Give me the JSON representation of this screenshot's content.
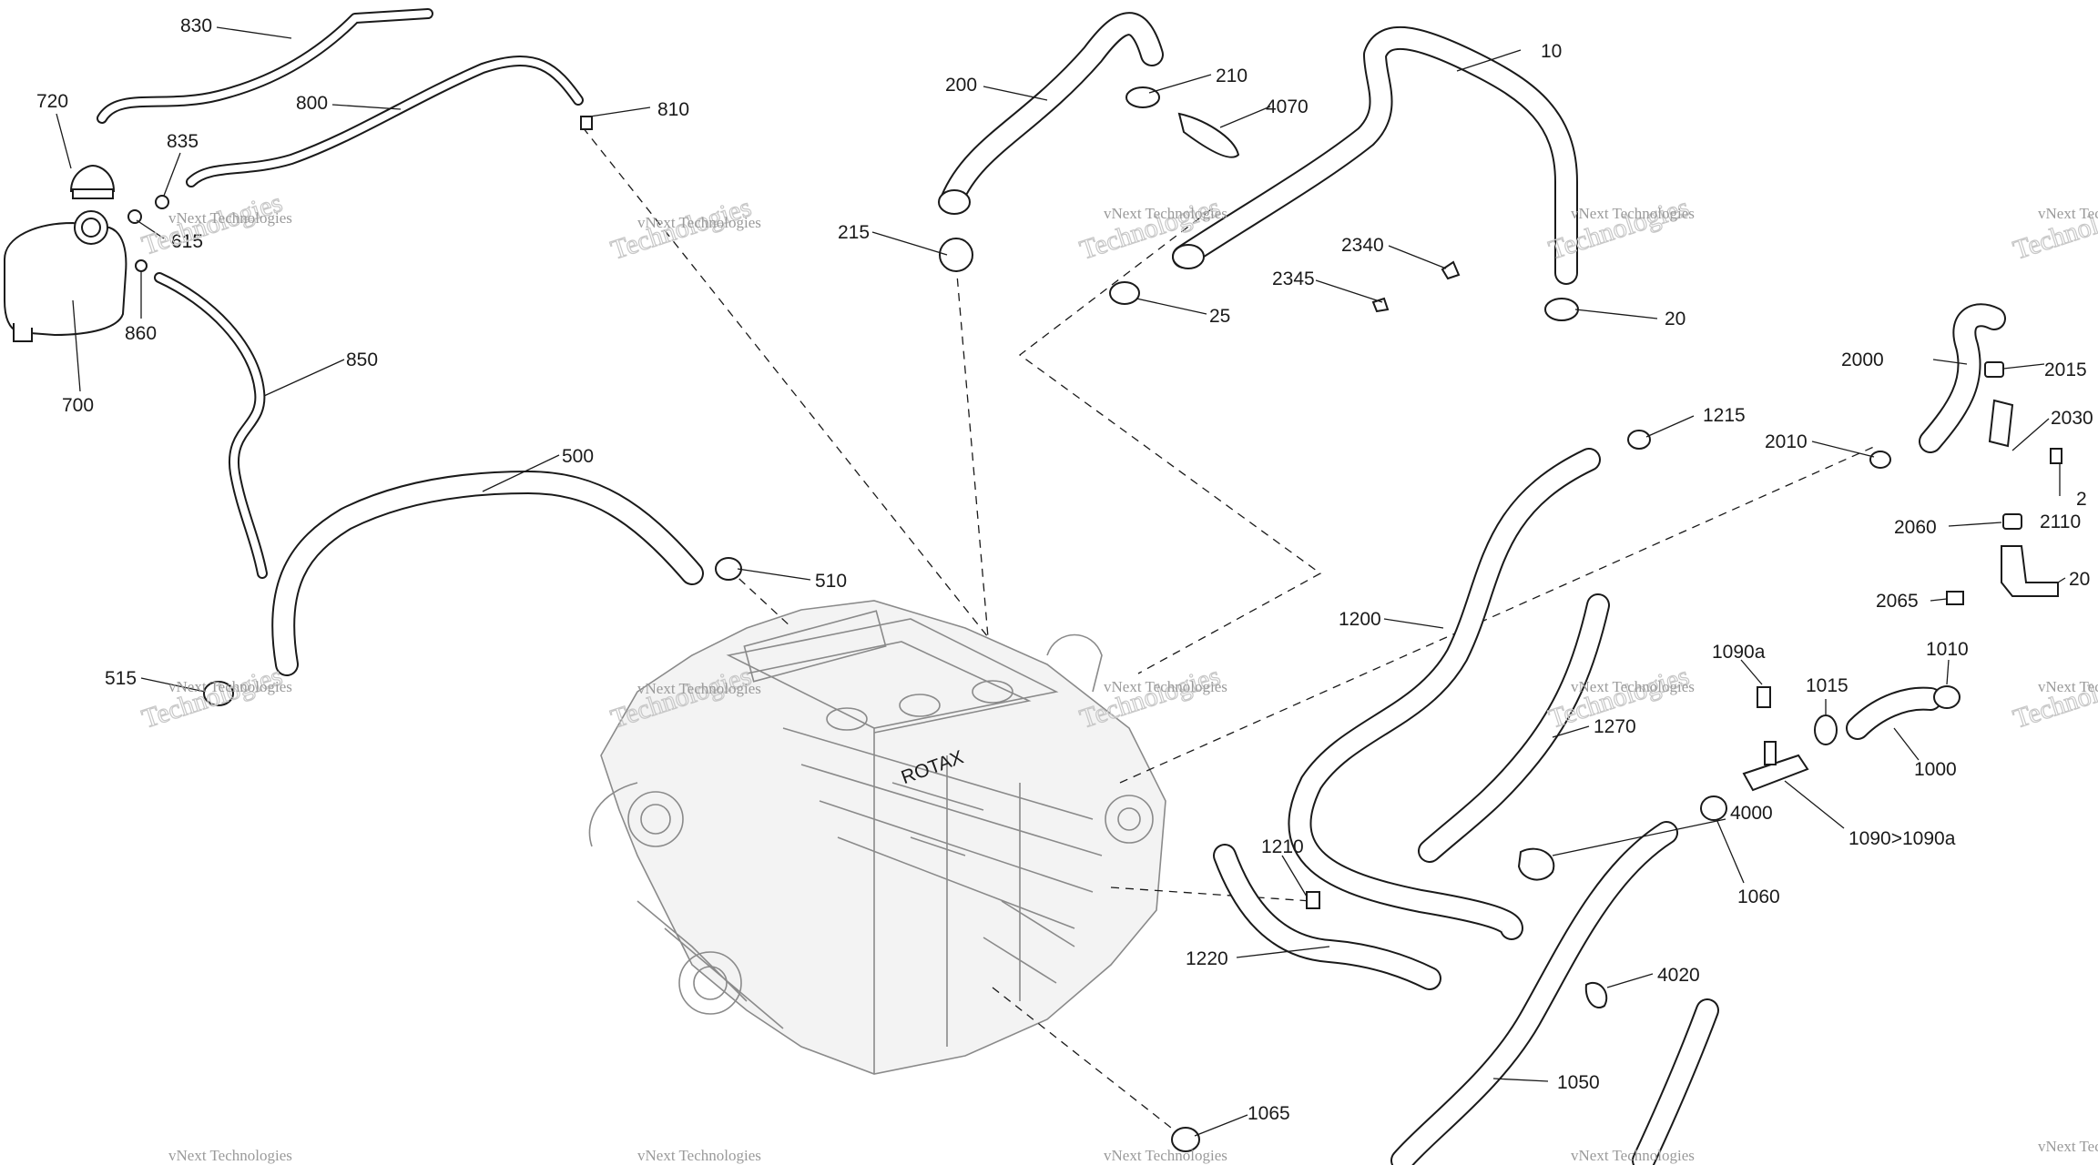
{
  "diagram": {
    "engine_text": "ROTAX",
    "watermark_small": "vNext Technologies",
    "watermark_large": "Technologies",
    "labels": {
      "p830": "830",
      "p720": "720",
      "p800": "800",
      "p835": "835",
      "p810": "810",
      "p615": "615",
      "p860": "860",
      "p700": "700",
      "p850": "850",
      "p500": "500",
      "p510": "510",
      "p515": "515",
      "p200": "200",
      "p210": "210",
      "p4070": "4070",
      "p215": "215",
      "p10": "10",
      "p25": "25",
      "p2340": "2340",
      "p2345": "2345",
      "p20": "20",
      "p2000": "2000",
      "p2015": "2015",
      "p2030": "2030",
      "p2010": "2010",
      "p2110": "2110",
      "p2060": "2060",
      "p2065": "2065",
      "p1215": "1215",
      "p1200": "1200",
      "p1270": "1270",
      "p1090a": "1090a",
      "p1015": "1015",
      "p1010": "1010",
      "p1000": "1000",
      "p1090": "1090>1090a",
      "p4000": "4000",
      "p1060": "1060",
      "p1210": "1210",
      "p1220": "1220",
      "p4020": "4020",
      "p1050": "1050",
      "p1065": "1065",
      "edge2": "2",
      "edge20": "20"
    }
  }
}
